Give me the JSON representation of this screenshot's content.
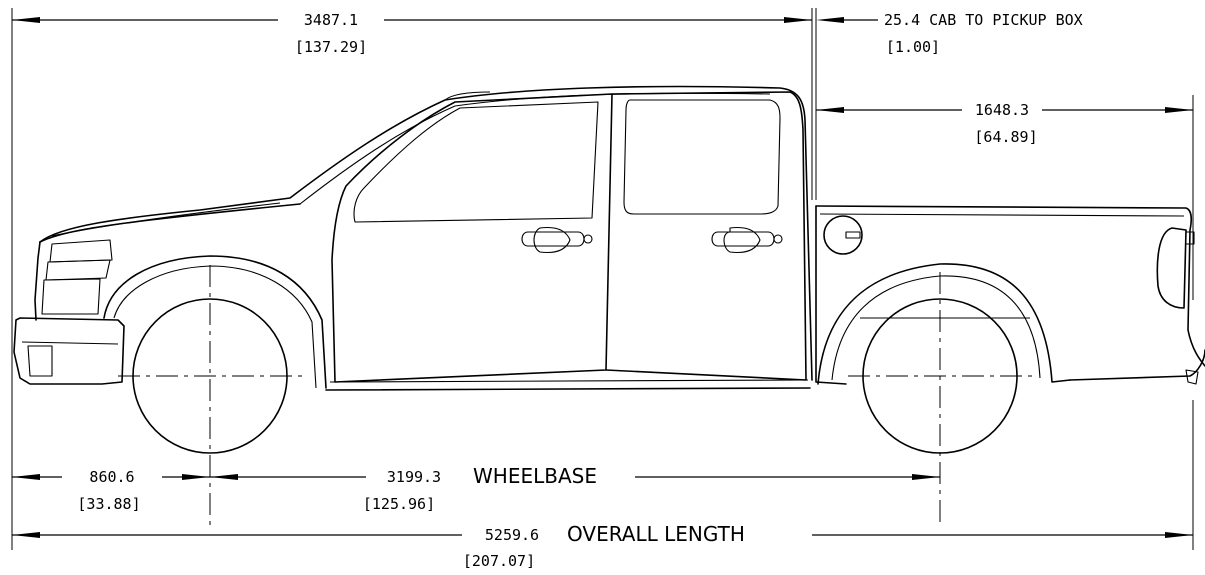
{
  "dimensions": {
    "cab_length": {
      "value": "3487.1",
      "imperial": "[137.29]"
    },
    "cab_to_box": {
      "label": "25.4 CAB TO PICKUP BOX",
      "imperial": "[1.00]"
    },
    "box_length": {
      "value": "1648.3",
      "imperial": "[64.89]"
    },
    "front_overhang": {
      "value": "860.6",
      "imperial": "[33.88]"
    },
    "wheelbase": {
      "value": "3199.3",
      "label": "WHEELBASE",
      "imperial": "[125.96]"
    },
    "overall_length": {
      "value": "5259.6",
      "label": "OVERALL LENGTH",
      "imperial": "[207.07]"
    }
  }
}
